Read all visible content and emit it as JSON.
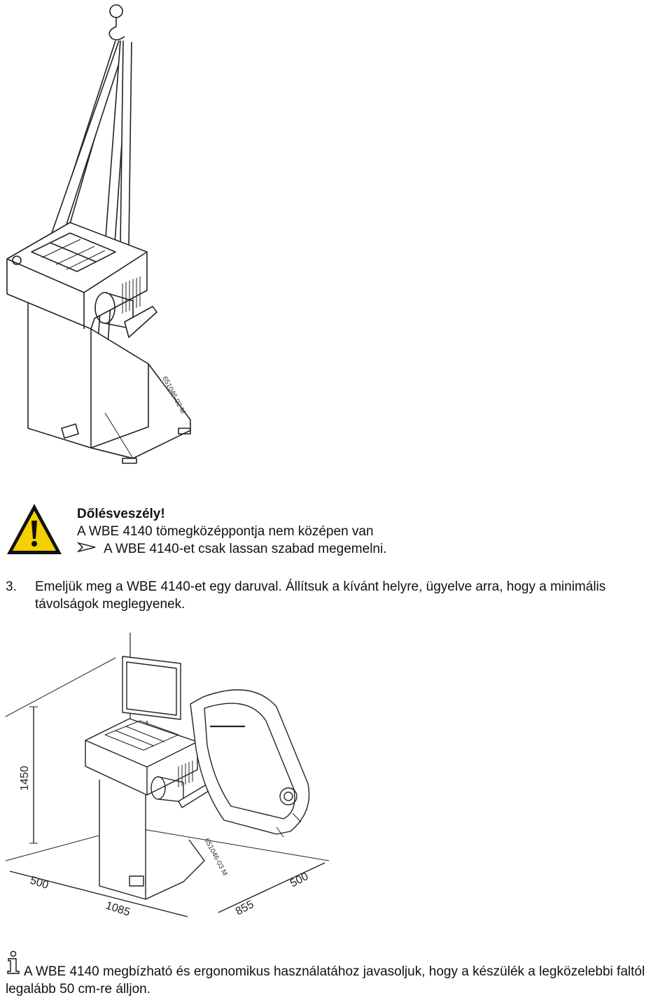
{
  "figures": {
    "lift": {
      "code": "651046-02 M"
    },
    "dimensions": {
      "code": "651046-03 M",
      "height": "1450",
      "left_clearance": "500",
      "width": "1085",
      "depth": "855",
      "right_clearance": "500"
    }
  },
  "warning": {
    "icon": "warning-triangle-icon",
    "title": "Dőlésveszély!",
    "text": "A WBE 4140 tömegközéppontja nem középen van",
    "bullet_icon": "arrow-bullet-icon",
    "bullet": "A WBE 4140-et csak lassan szabad megemelni."
  },
  "step": {
    "number": "3.",
    "text": "Emeljük meg a WBE 4140-et egy daruval. Állítsuk a kívánt helyre, ügyelve arra, hogy a minimális távolságok meglegyenek."
  },
  "note": {
    "icon": "info-icon",
    "text": "A WBE 4140 megbízható és ergonomikus használatához javasoljuk, hogy a készülék a legközelebbi faltól legalább 50 cm-re álljon."
  }
}
